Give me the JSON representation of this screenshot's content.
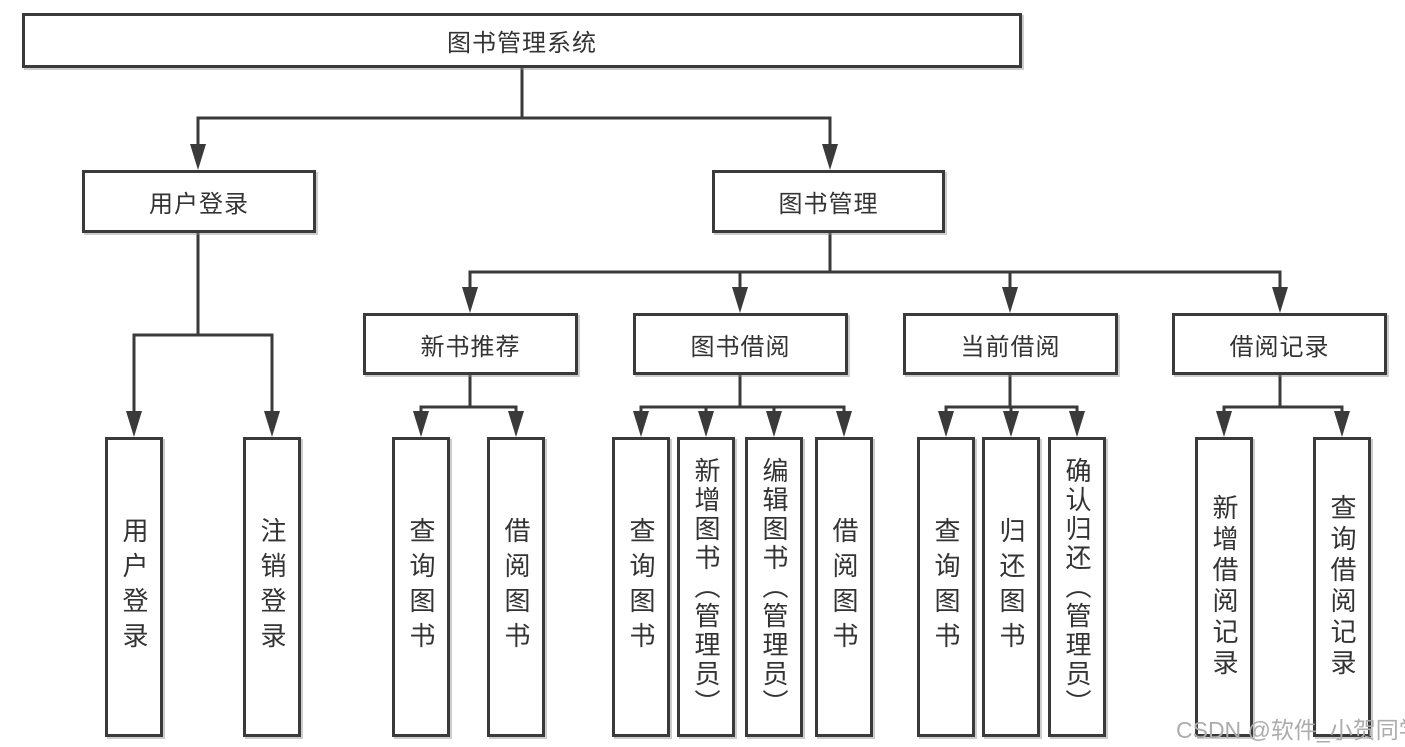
{
  "diagram": {
    "type": "hierarchy-chart",
    "title": "图书管理系统",
    "tree": {
      "root": {
        "label": "图书管理系统"
      },
      "level2": [
        {
          "label": "用户登录"
        },
        {
          "label": "图书管理"
        }
      ],
      "level3": [
        {
          "label": "新书推荐",
          "parent": "图书管理"
        },
        {
          "label": "图书借阅",
          "parent": "图书管理"
        },
        {
          "label": "当前借阅",
          "parent": "图书管理"
        },
        {
          "label": "借阅记录",
          "parent": "图书管理"
        }
      ],
      "leaves": {
        "user_login": [
          "用户登录",
          "注销登录"
        ],
        "new_book": [
          "查询图书",
          "借阅图书"
        ],
        "book_borrow": [
          "查询图书",
          "新增图书（管理员）",
          "编辑图书（管理员）",
          "借阅图书"
        ],
        "current_borrow": [
          "查询图书",
          "归还图书",
          "确认归还（管理员）"
        ],
        "borrow_records": [
          "新增借阅记录",
          "查询借阅记录"
        ]
      }
    },
    "colors": {
      "line": "#3a3a3a",
      "box_border": "#3a3a3a",
      "box_fill": "#ffffff",
      "text": "#333333",
      "watermark": "#acacac",
      "background": "#ffffff"
    }
  },
  "watermark": {
    "text": "CSDN @软件_小贺同学"
  }
}
